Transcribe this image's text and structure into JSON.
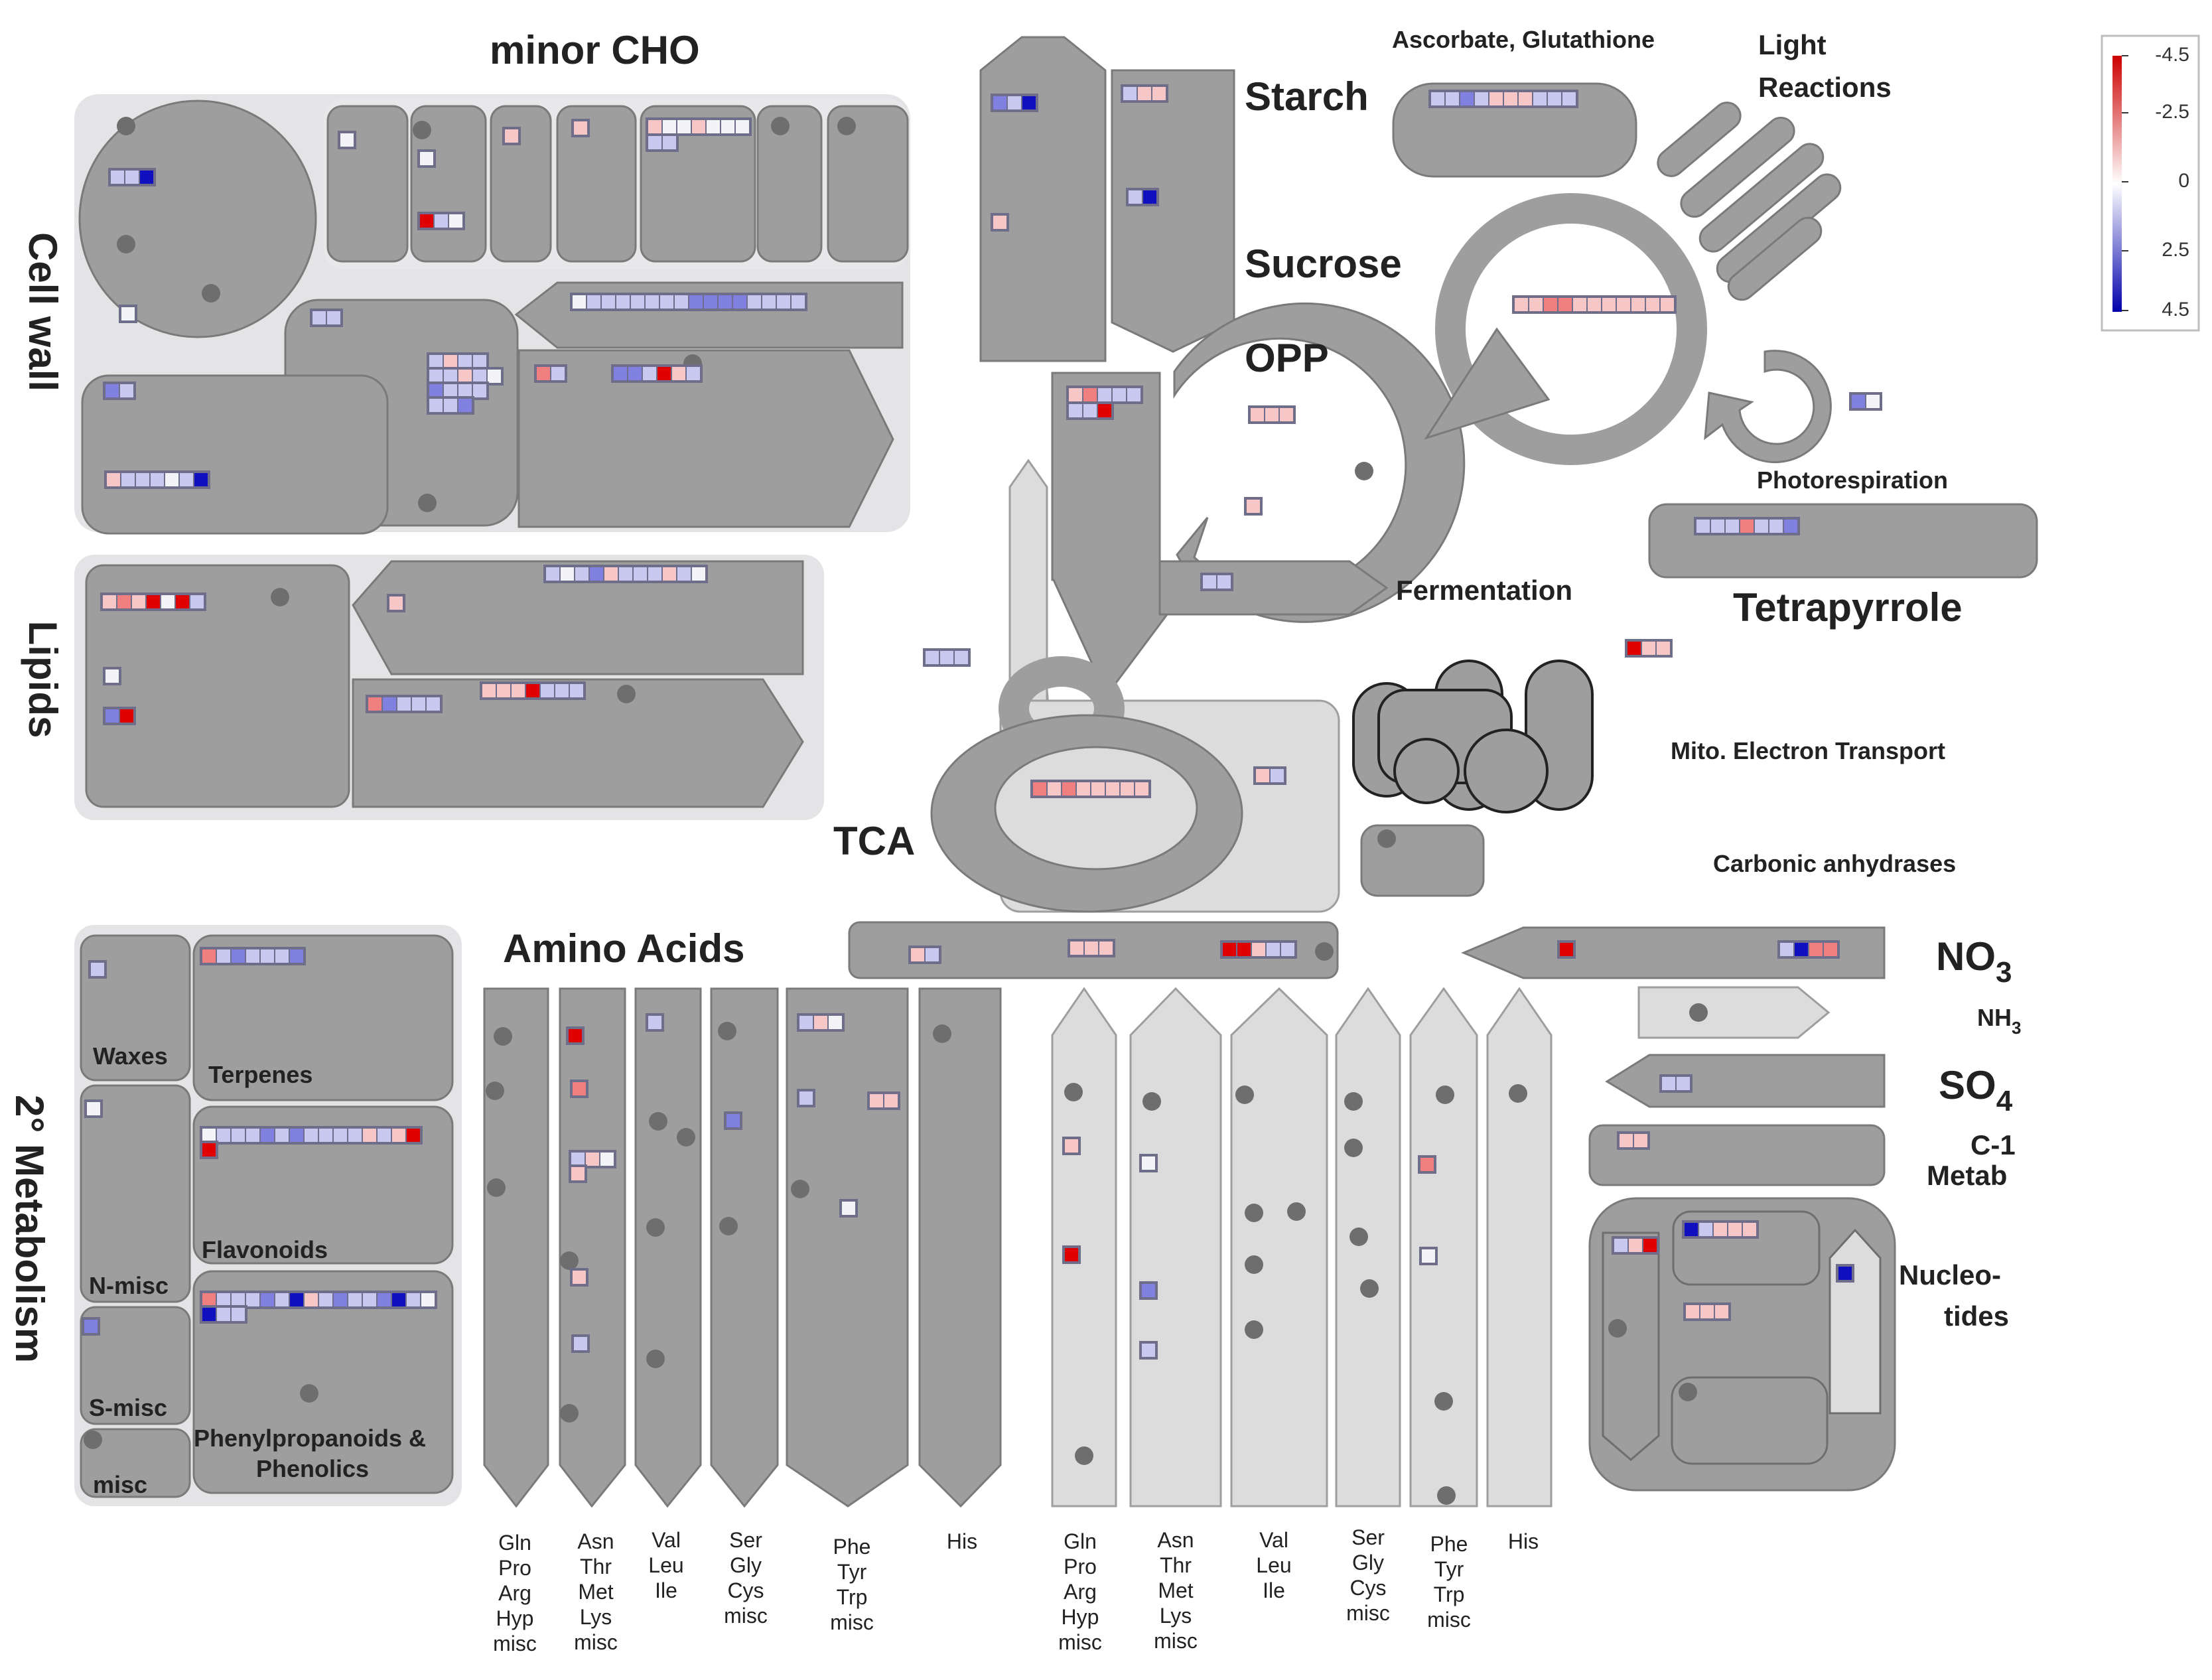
{
  "categories": {
    "minor_cho": "minor CHO",
    "cell_wall": "Cell wall",
    "lipids": "Lipids",
    "secondary_metabolism": "2° Metabolism",
    "starch": "Starch",
    "sucrose": "Sucrose",
    "opp": "OPP",
    "fermentation": "Fermentation",
    "tca": "TCA",
    "ascorbate_glutathione": "Ascorbate, Glutathione",
    "light_reactions_line1": "Light",
    "light_reactions_line2": "Reactions",
    "photorespiration": "Photorespiration",
    "tetrapyrrole": "Tetrapyrrole",
    "mito_electron_transport": "Mito. Electron Transport",
    "carbonic_anhydrases": "Carbonic anhydrases",
    "amino_acids": "Amino Acids",
    "no3": "NO",
    "no3_sub": "3",
    "nh3": "NH",
    "nh3_sub": "3",
    "so4": "SO",
    "so4_sub": "4",
    "c1_metab_line1": "C-1",
    "c1_metab_line2": "Metab",
    "nucleotides_line1": "Nucleo-",
    "nucleotides_line2": "tides"
  },
  "secondary_subcategories": {
    "waxes": "Waxes",
    "terpenes": "Terpenes",
    "n_misc": "N-misc",
    "flavonoids": "Flavonoids",
    "s_misc": "S-misc",
    "misc": "misc",
    "phenylpropanoids_line1": "Phenylpropanoids &",
    "phenylpropanoids_line2": "Phenolics"
  },
  "amino_acid_groups": [
    [
      "Gln",
      "Pro",
      "Arg",
      "Hyp",
      "misc"
    ],
    [
      "Asn",
      "Thr",
      "Met",
      "Lys",
      "misc"
    ],
    [
      "Val",
      "Leu",
      "Ile"
    ],
    [
      "Ser",
      "Gly",
      "Cys",
      "misc"
    ],
    [
      "Phe",
      "Tyr",
      "Trp",
      "misc"
    ],
    [
      "His"
    ],
    [
      "Gln",
      "Pro",
      "Arg",
      "Hyp",
      "misc"
    ],
    [
      "Asn",
      "Thr",
      "Met",
      "Lys",
      "misc"
    ],
    [
      "Val",
      "Leu",
      "Ile"
    ],
    [
      "Ser",
      "Gly",
      "Cys",
      "misc"
    ],
    [
      "Phe",
      "Tyr",
      "Trp",
      "misc"
    ],
    [
      "His"
    ]
  ],
  "legend": {
    "ticks": [
      "-4.5",
      "-2.5",
      "0",
      "2.5",
      "4.5"
    ],
    "colors": {
      "high": "#cc0000",
      "mid": "#ffffff",
      "low": "#0000aa"
    }
  },
  "colors": {
    "shape_dark": "#9e9e9e",
    "shape_light": "#dcdcdc",
    "region_bg": "#e4e4e6",
    "dot": "#6e6e6e",
    "red_strong": "#e00000",
    "red_mid": "#f08080",
    "red_light": "#f7c6c6",
    "white": "#f4f4f8",
    "blue_light": "#c8c8f0",
    "blue_mid": "#8080e0",
    "blue_strong": "#1010c0"
  }
}
